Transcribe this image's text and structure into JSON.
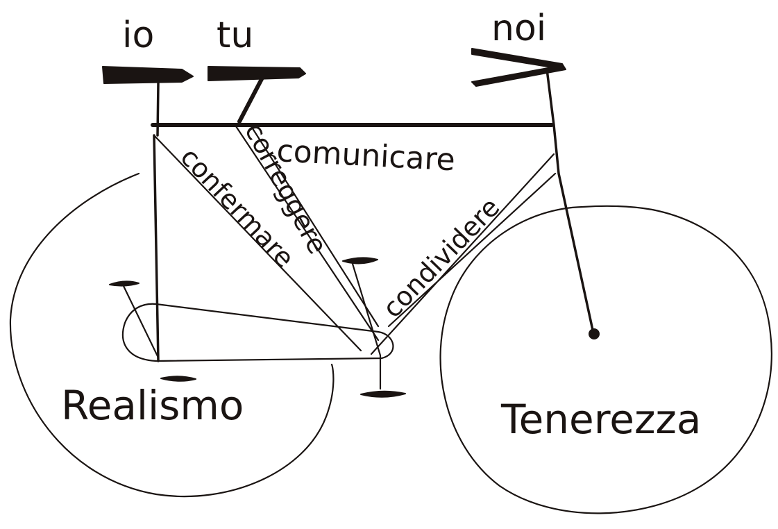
{
  "labels": {
    "io": "io",
    "tu": "tu",
    "noi": "noi",
    "comunicare": "comunicare",
    "confermare": "confermare",
    "correggere": "correggere",
    "condividere": "condividere",
    "realismo": "Realismo",
    "tenerezza": "Tenerezza"
  },
  "colors": {
    "ink": "#1a1412",
    "paper": "#ffffff"
  }
}
